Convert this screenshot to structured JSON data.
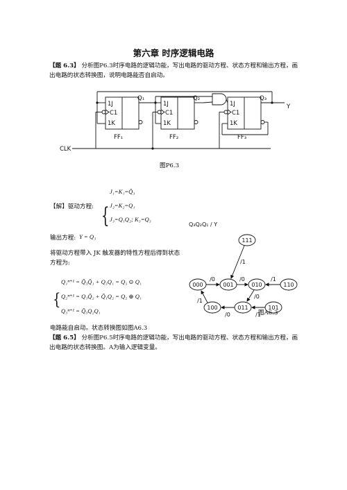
{
  "chapter_title": "第六章 时序逻辑电路",
  "problem_63": {
    "tag": "【题 6.3】",
    "text": "分析图P6.3时序电路的逻辑功能，写出电路的驱动方程、状态方程和输出方程，画出电路的状态转换图，说明电路能否自启动。"
  },
  "circuit": {
    "q1": "Q₁",
    "q2": "Q₂",
    "q3": "Q₃",
    "y": "Y",
    "clk": "CLK",
    "ff1": "FF₁",
    "ff2": "FF₂",
    "ff3": "FF₃",
    "pin_j": "1J",
    "pin_c": "C1",
    "pin_k": "1K"
  },
  "figure_p63_caption": "图P6.3",
  "solution": {
    "label": "【解】驱动方程:",
    "drive_eq1": "J₁=K₁=Q̄₃",
    "drive_eq2": "J₂=K₂=Q₁",
    "drive_eq3": "J₃=Q₁Q₂; K₃=Q₃",
    "output_label": "输出方程:",
    "output_eq": "Y = Q₃",
    "substitute_text": "将驱动方程带入 JK 触发器的特性方程后得到状态方程为:",
    "state_eq1": "Q₁ⁿ⁺¹ = Q̄₃Q̄₁ + Q₃Q₁ = Q₃ ⊙ Q₁",
    "state_eq2": "Q₂ⁿ⁺¹ = Q₁Q̄₂ + Q̄₁Q₂ = Q₂ ⊕ Q₁",
    "state_eq3": "Q₃ⁿ⁺¹ = Q̄₃Q₂Q₁",
    "conclusion": "电路能自启动。状态转换图如图A6.3"
  },
  "state_diagram": {
    "header": "Q₃Q₂Q₁ / Y",
    "states": [
      "000",
      "001",
      "010",
      "110",
      "111",
      "100",
      "011",
      "101"
    ],
    "labels": {
      "t000_001": "/0",
      "t001_010": "/0",
      "t110_010": "/1",
      "t111_001": "/1",
      "t010_011": "/0",
      "t011_100": "/0",
      "t100_000": "/1",
      "t101_011": "/1"
    },
    "caption": "图A6.3"
  },
  "problem_65": {
    "tag": "【题 6.5】",
    "text": "分析图P6.5时序电路的逻辑功能，写出电路的驱动方程、状态方程和输出方程，画出电路的状态转换图。A为输入逻辑变量。"
  }
}
